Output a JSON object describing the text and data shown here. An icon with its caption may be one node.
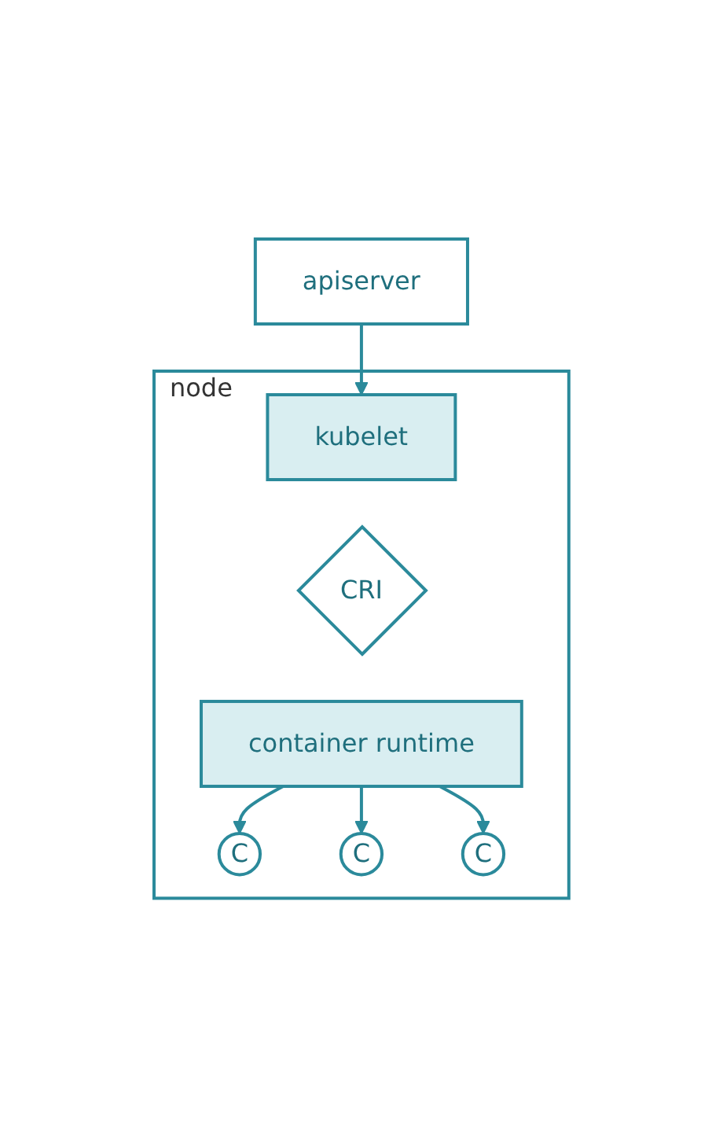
{
  "diagram": {
    "nodes": [
      {
        "text": [
          "apiserver"
        ]
      },
      {
        "text": [
          "node"
        ]
      },
      {
        "text": [
          "kubelet"
        ],
        "in": 1
      },
      {
        "text": [
          "CRI"
        ],
        "in": 1
      },
      {
        "text": [
          "container runtime"
        ],
        "in": 1
      },
      {
        "text": [
          "C"
        ],
        "in": 1
      },
      {
        "text": [
          "C"
        ],
        "in": 1
      },
      {
        "text": [
          "C"
        ],
        "in": 1
      }
    ],
    "edges": [
      {
        "from": 0,
        "to": 2,
        "arrow": "to"
      },
      {
        "from": 4,
        "to": 5,
        "arrow": "to"
      },
      {
        "from": 4,
        "to": 6,
        "arrow": "to"
      },
      {
        "from": 4,
        "to": 7,
        "arrow": "to"
      }
    ]
  }
}
